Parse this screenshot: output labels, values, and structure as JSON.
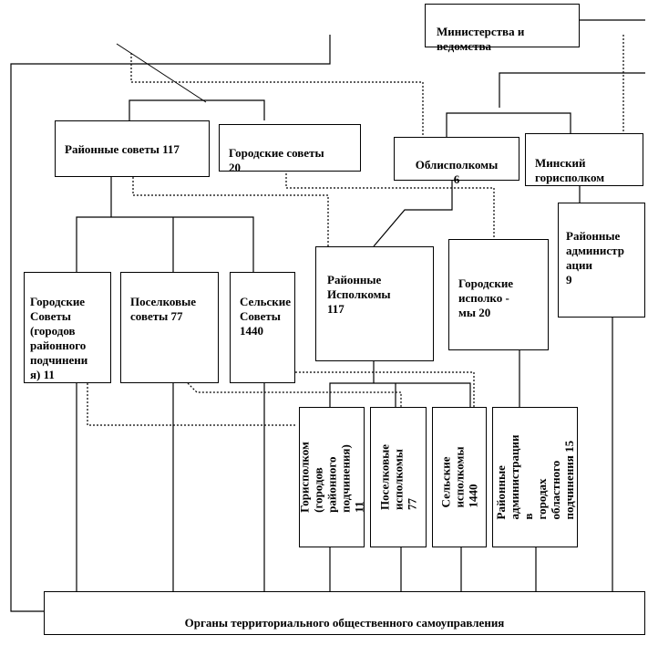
{
  "boxes": {
    "ministries": "Министерства и\nведомства",
    "district_councils": "Районные советы 117",
    "city_councils": "Городские советы\n20",
    "oblispolkoms": "Облисполкомы\n6",
    "minsk_gorispolkom": "Минский\nгорисполком",
    "district_administrations": "Районные\nадминистр\nации\n9",
    "city_councils_district_sub": "Городские\nСоветы\n(городов\nрайонного\nподчинени\nя) 11",
    "settlement_councils": "Поселковые\nсоветы 77",
    "rural_councils": "Сельские\nСоветы\n1440",
    "district_executive_committees": "Районные\nИсполкомы\n117",
    "city_executive_committees": "Городские\nисполко -\nмы 20",
    "gorispolkom_district_sub": "Горисполком\n(городов районного\nподчинения) 11",
    "settlement_executive_committees": "Поселковые\nисполкомы 77",
    "rural_executive_committees": "Сельские исполкомы\n1440",
    "district_admins_oblast_cities": "Районные\nадминистрации в\nгородах областного\nподчинения 15",
    "territorial_self_government": "Органы территориального общественного самоуправления"
  }
}
